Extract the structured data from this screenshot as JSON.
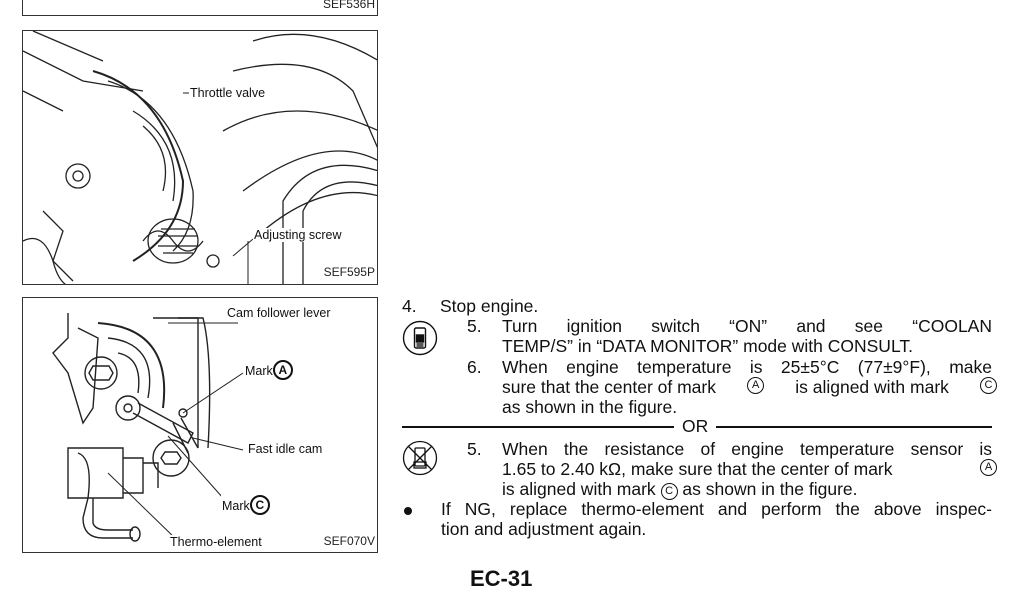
{
  "figures": [
    {
      "id": "fig-top",
      "code": "SEF536H",
      "callouts": []
    },
    {
      "id": "fig-throttle",
      "code": "SEF595P",
      "callouts": [
        "Throttle valve",
        "Adjusting screw"
      ]
    },
    {
      "id": "fig-cam",
      "code": "SEF070V",
      "callouts": [
        "Cam follower lever",
        "Mark",
        "Fast idle cam",
        "Mark",
        "Thermo-element"
      ],
      "marks": [
        "A",
        "C"
      ]
    }
  ],
  "procedure": {
    "step4": {
      "num": "4.",
      "text": "Stop engine."
    },
    "consult_icon": "consult-tester-icon",
    "consult_steps": [
      {
        "num": "5.",
        "lines": [
          "Turn ignition switch “ON” and see “COOLAN",
          "TEMP/S” in “DATA MONITOR” mode with CONSULT."
        ]
      },
      {
        "num": "6.",
        "line1": "When engine temperature is 25±5°C (77±9°F), make",
        "line2a": "sure that the center of mark",
        "line2b": "is aligned with mark",
        "line3": "as shown in the figure.",
        "markA": "A",
        "markC": "C"
      }
    ],
    "or_label": "OR",
    "no_consult_icon": "no-consult-tester-icon",
    "alt_step": {
      "num": "5.",
      "line1": "When the resistance of engine temperature sensor is",
      "line2": "1.65 to 2.40 kΩ, make sure that the center of mark",
      "line3a": "is aligned with mark",
      "line3b": "as shown in the figure.",
      "markA": "A",
      "markC": "C"
    },
    "bullet": {
      "line1": "If NG, replace thermo-element and perform the above inspec-",
      "line2": "tion and adjustment again."
    }
  },
  "page_number": "EC-31"
}
